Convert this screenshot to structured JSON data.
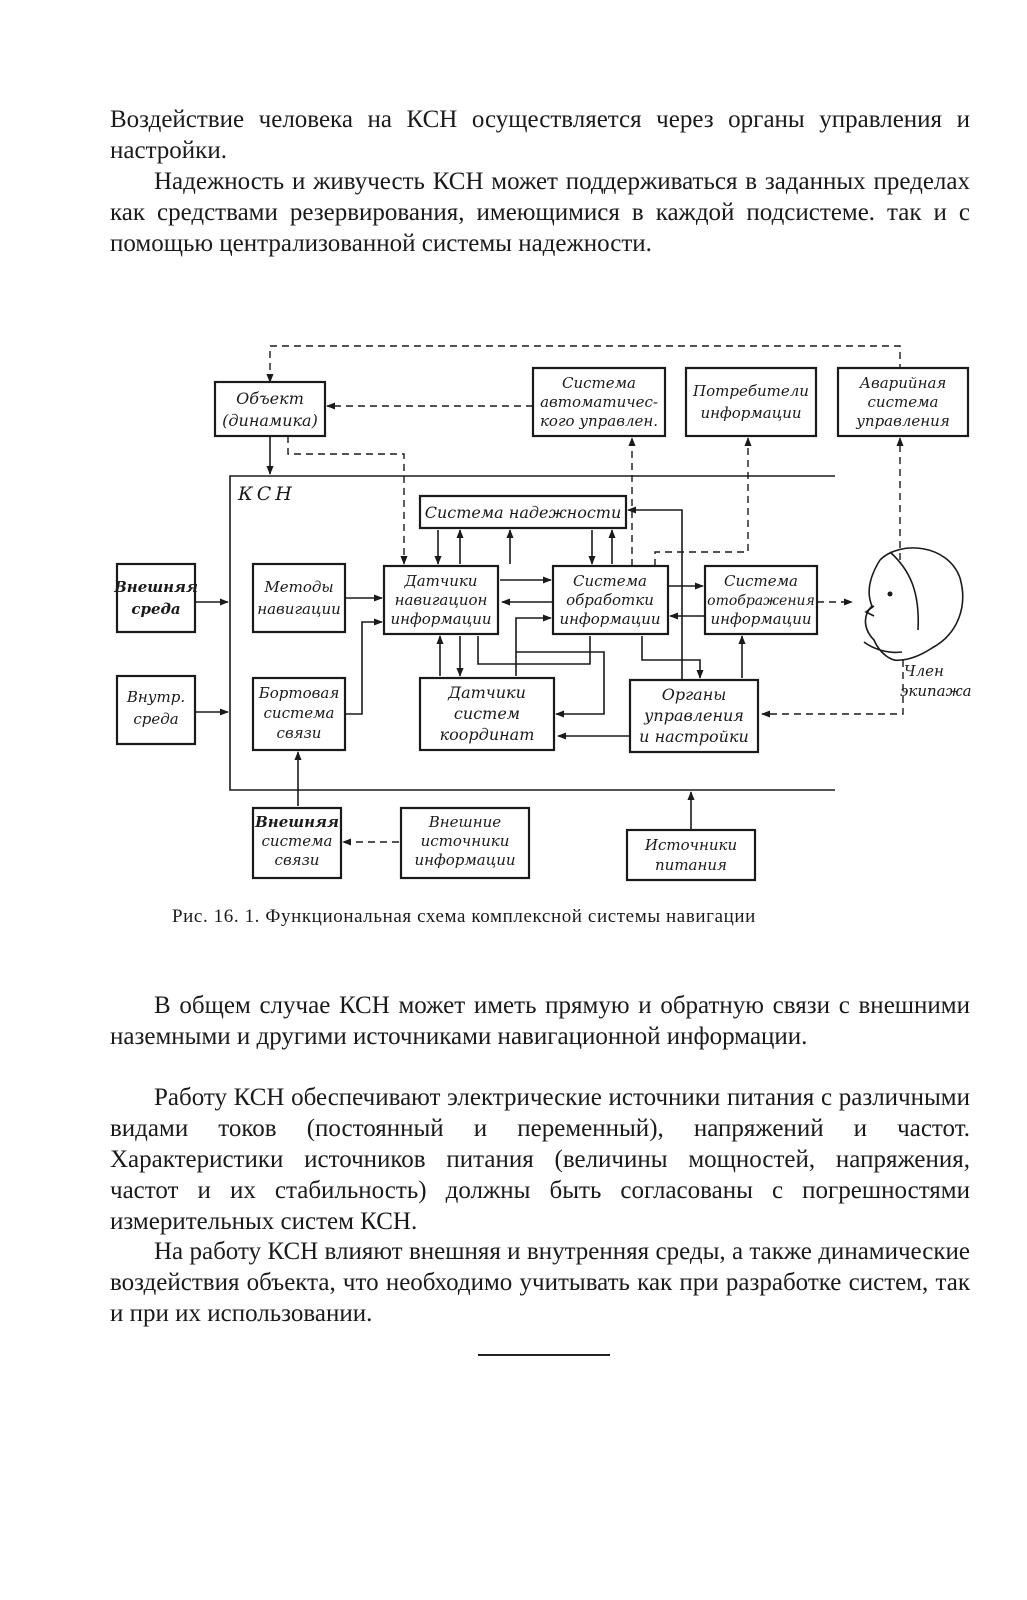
{
  "paragraphs": {
    "p1": "Воздействие человека на КСН осуществляется через органы управления и настройки.",
    "p2": "Надежность и живучесть КСН может поддерживаться в заданных пределах как средствами резервирования, имеющимися в каждой подсистеме. так и с помощью централизованной системы надежности.",
    "p3": "В общем случае КСН может иметь прямую и обратную связи с внешними наземными и другими источниками навигационной информации.",
    "p4": "Работу КСН обеспечивают электрические источники питания с различными видами токов (постоянный и переменный), напряжений и частот. Характеристики источников питания (величины мощностей, напряжения, частот и их стабильность) должны быть согласованы с погрешностями измерительных систем КСН.",
    "p5": "На работу КСН влияют внешняя и внутренняя среды, а также динамические воздействия объекта, что необходимо учитывать как при разработке систем, так и при их использовании."
  },
  "figure": {
    "caption": "Рис. 16. 1. Функциональная схема комплексной системы навигации",
    "region_label": "КСН",
    "blocks": {
      "object": [
        "Объект",
        "(динамика)"
      ],
      "auto_control": [
        "Система",
        "автоматичес-",
        "кого управлен."
      ],
      "consumers": [
        "Потребители",
        "информации"
      ],
      "emergency": [
        "Аварийная",
        "система",
        "управления"
      ],
      "reliability": [
        "Система надежности"
      ],
      "external_env": [
        "Внешняя",
        "среда"
      ],
      "methods": [
        "Методы",
        "навигации"
      ],
      "nav_sensors": [
        "Датчики",
        "навигацион",
        "информации"
      ],
      "processing": [
        "Система",
        "обработки",
        "информации"
      ],
      "display": [
        "Система",
        "отображения",
        "информации"
      ],
      "internal_env": [
        "Внутр.",
        "среда"
      ],
      "onboard_comm": [
        "Бортовая",
        "система",
        "связи"
      ],
      "coord_sensors": [
        "Датчики",
        "систем",
        "координат"
      ],
      "controls": [
        "Органы",
        "управления",
        "и настройки"
      ],
      "ext_comm": [
        "Внешняя",
        "система",
        "связи"
      ],
      "ext_sources": [
        "Внешние",
        "источники",
        "информации"
      ],
      "power": [
        "Источники",
        "питания"
      ],
      "crew": [
        "Член",
        "экипажа"
      ]
    }
  }
}
